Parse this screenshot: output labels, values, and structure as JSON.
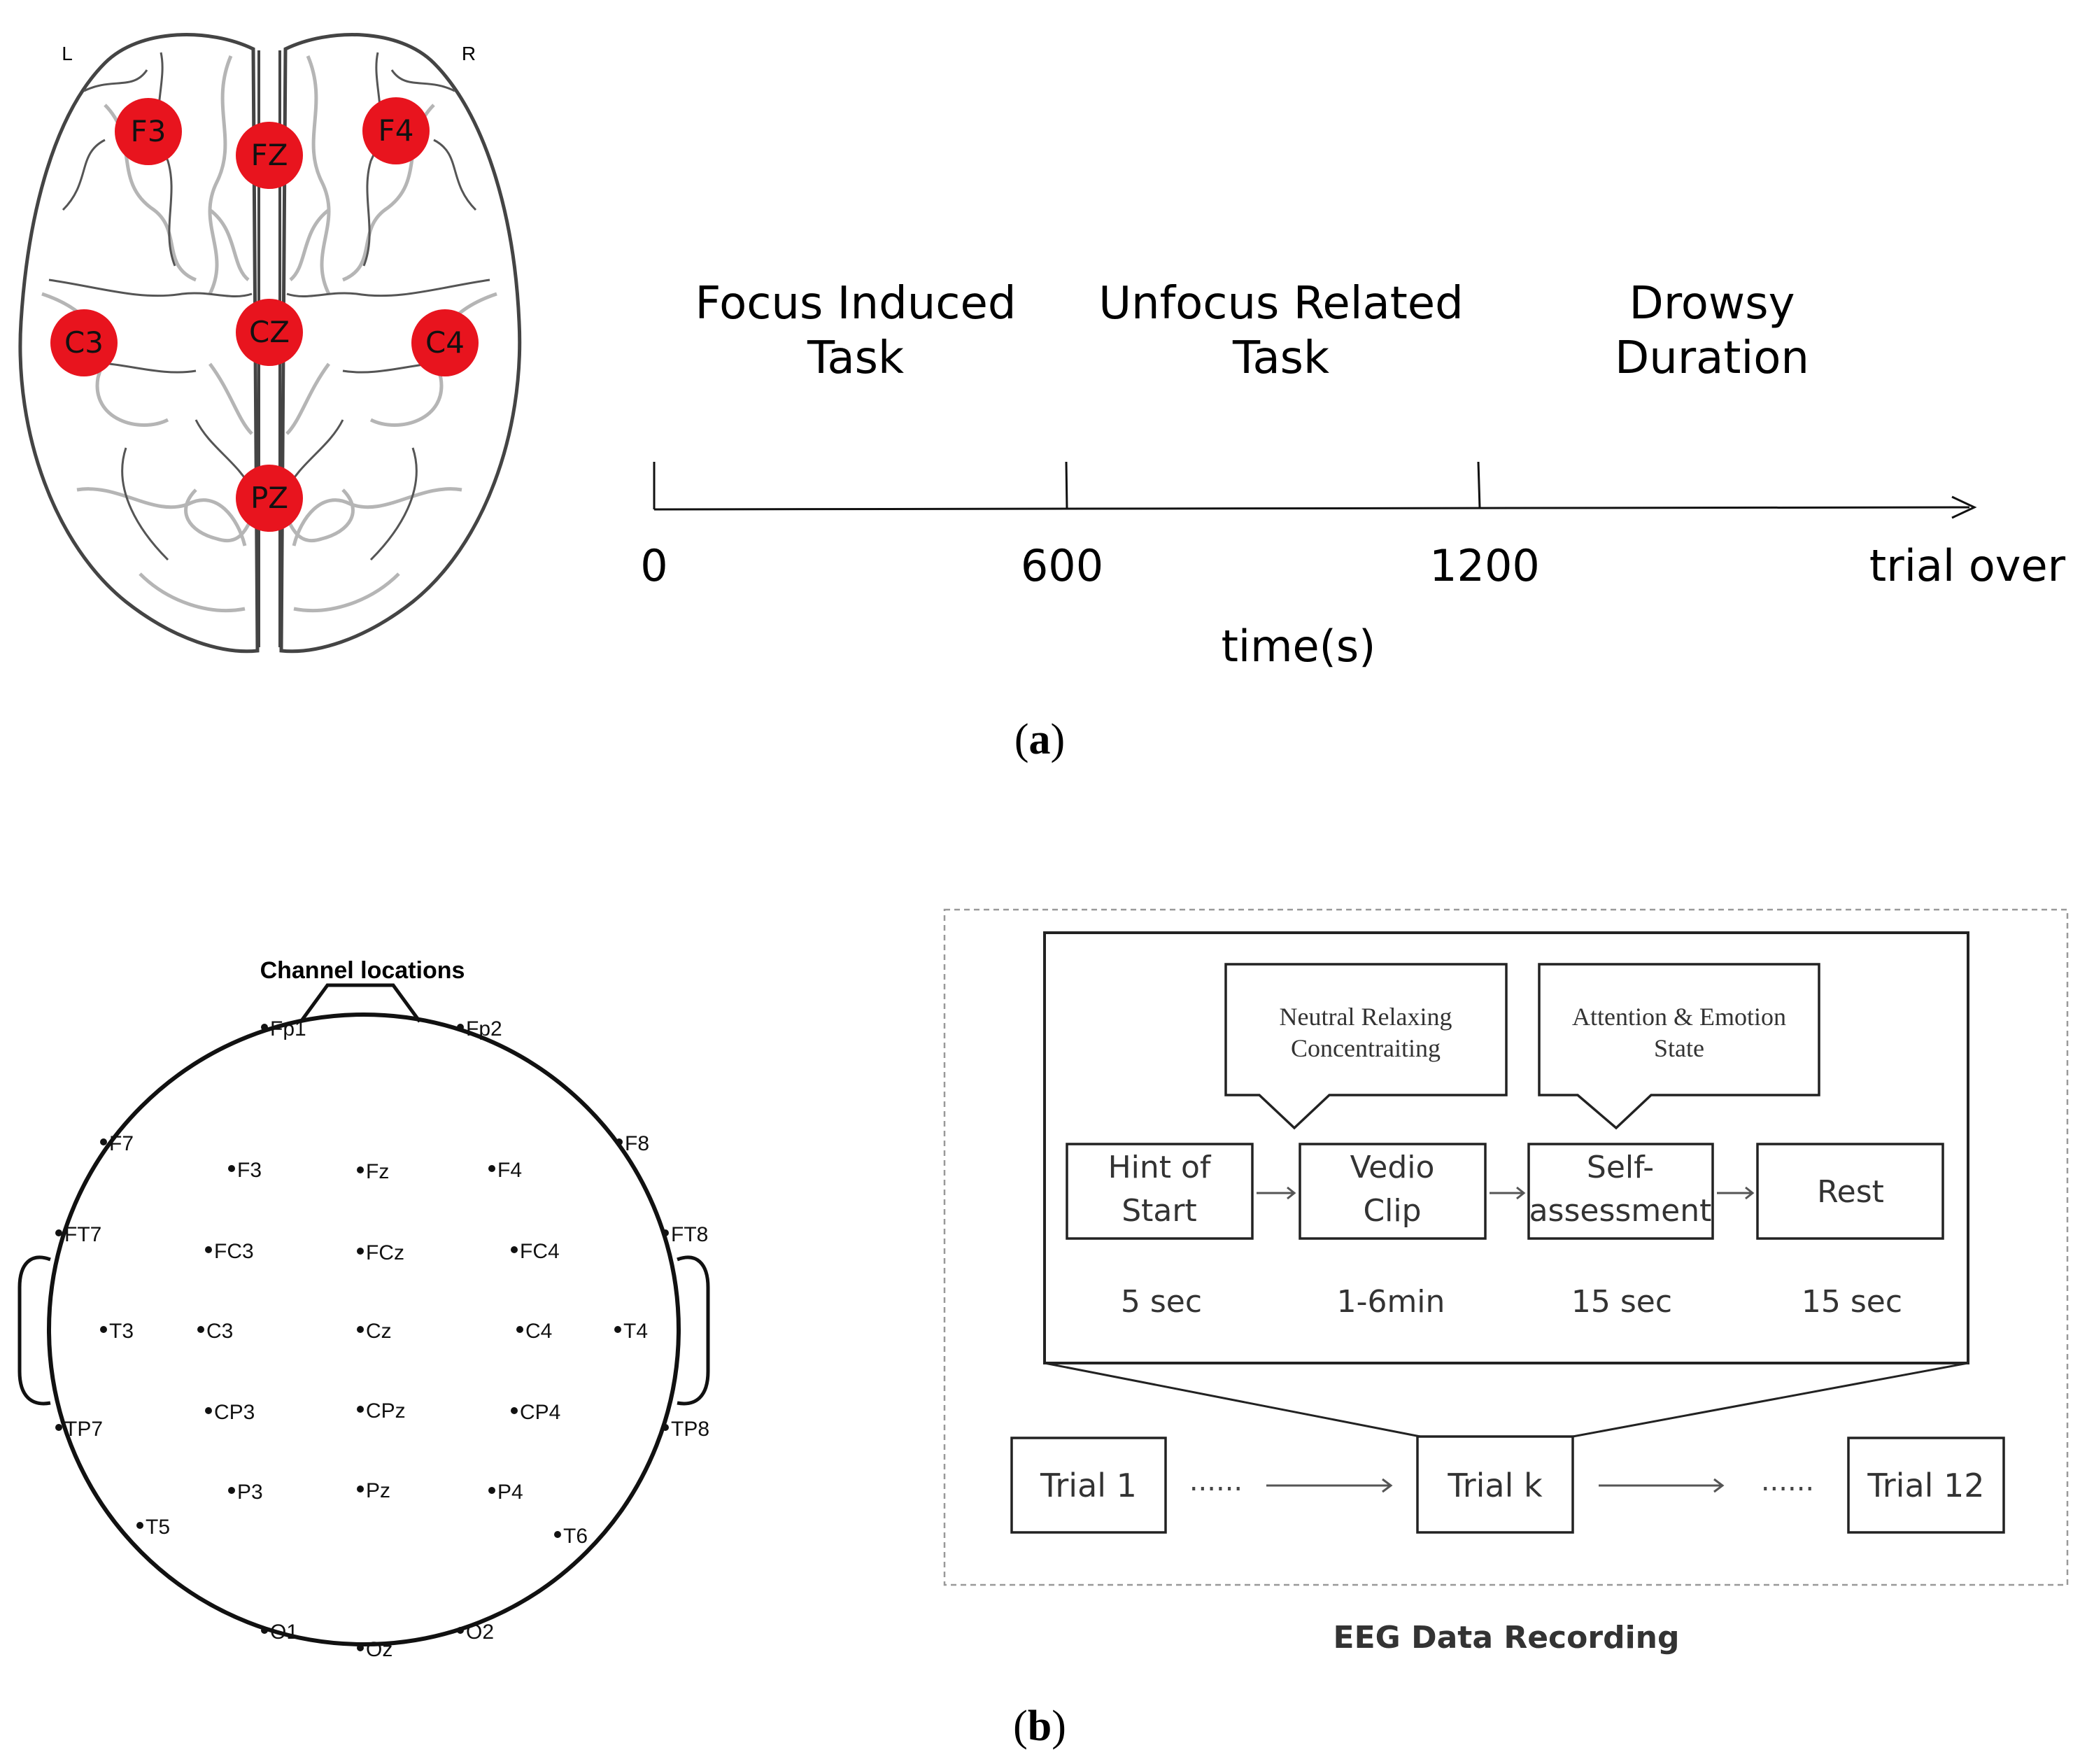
{
  "panel_a": {
    "caption_letter": "a",
    "brain": {
      "left_label": "L",
      "right_label": "R",
      "electrodes": [
        "F3",
        "FZ",
        "F4",
        "C3",
        "CZ",
        "C4",
        "PZ"
      ],
      "electrode_color": "#e8141e"
    },
    "phases": [
      {
        "line1": "Focus Induced",
        "line2": "Task"
      },
      {
        "line1": "Unfocus Related",
        "line2": "Task"
      },
      {
        "line1": "Drowsy",
        "line2": "Duration"
      }
    ],
    "ticks": [
      "0",
      "600",
      "1200",
      "trial over"
    ],
    "axis_label": "time(s)"
  },
  "panel_b": {
    "caption_letter": "b",
    "head": {
      "title": "Channel locations",
      "channels": [
        "Fp1",
        "Fp2",
        "F7",
        "F8",
        "F3",
        "Fz",
        "F4",
        "FT7",
        "FT8",
        "FC3",
        "FCz",
        "FC4",
        "T3",
        "C3",
        "Cz",
        "C4",
        "T4",
        "TP7",
        "TP8",
        "CP3",
        "CPz",
        "CP4",
        "P3",
        "Pz",
        "P4",
        "T5",
        "T6",
        "O1",
        "Oz",
        "O2"
      ]
    },
    "flow": {
      "callouts": [
        {
          "line1": "Neutral Relaxing",
          "line2": "Concentraiting"
        },
        {
          "line1": "Attention & Emotion",
          "line2": "State"
        }
      ],
      "steps": [
        {
          "line1": "Hint of",
          "line2": "Start",
          "duration": "5 sec"
        },
        {
          "line1": "Vedio",
          "line2": "Clip",
          "duration": "1-6min"
        },
        {
          "line1": "Self-",
          "line2": "assessment",
          "duration": "15 sec"
        },
        {
          "line1": "",
          "line2": "Rest",
          "duration": "15 sec"
        }
      ],
      "trials": [
        "Trial 1",
        "Trial k",
        "Trial 12"
      ],
      "ellipsis": "......",
      "title": "EEG Data Recording"
    }
  }
}
